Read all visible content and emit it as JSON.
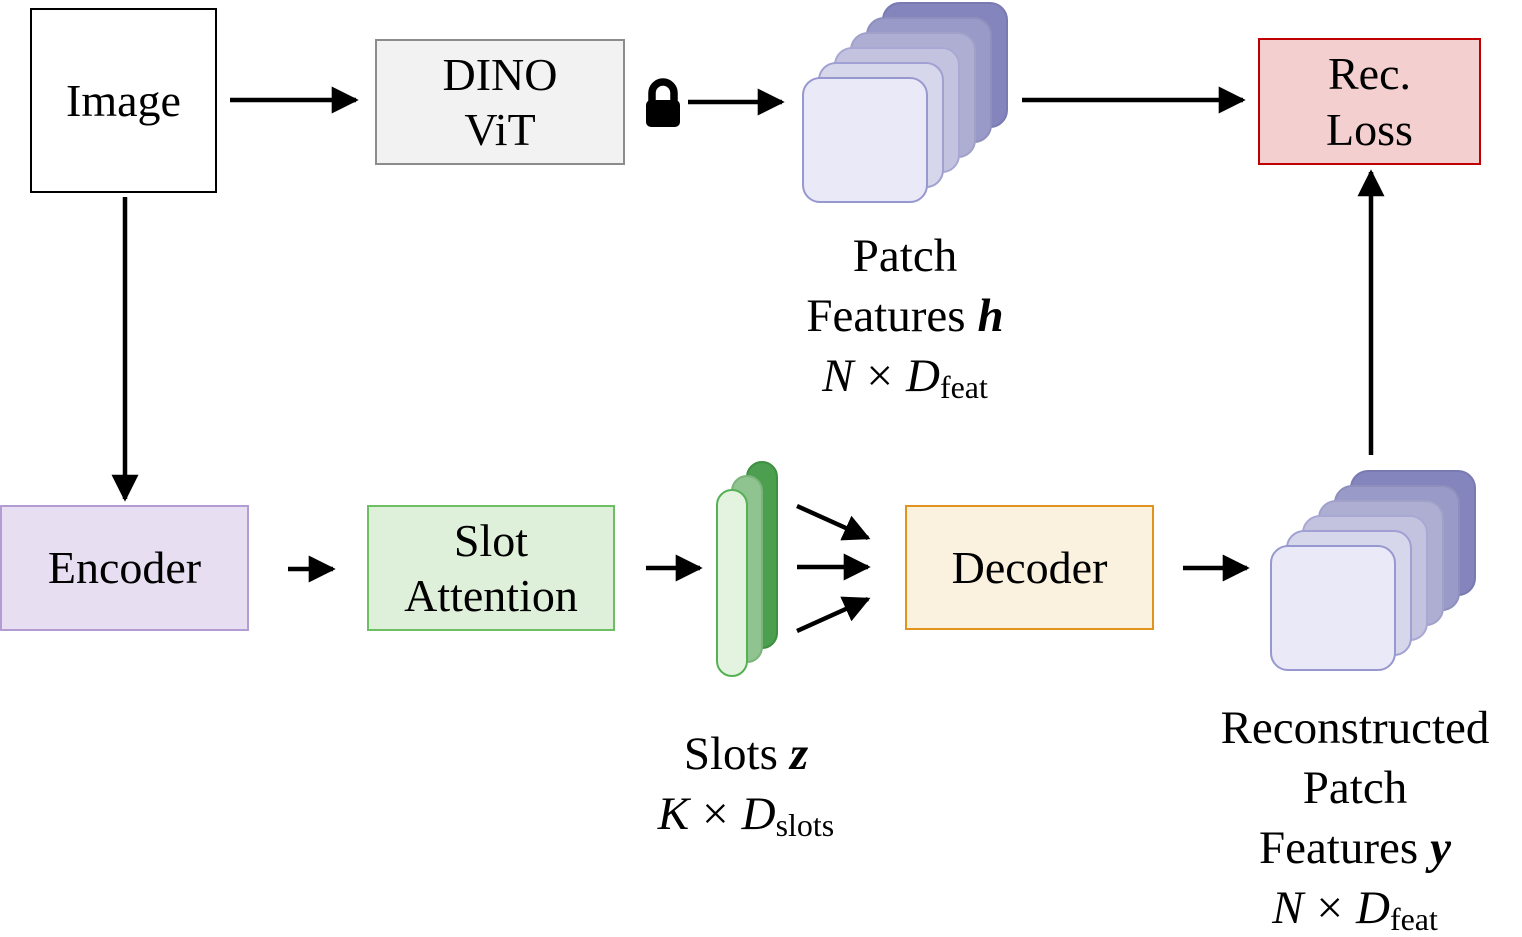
{
  "nodes": {
    "image": {
      "label": "Image"
    },
    "dino_vit": {
      "line1": "DINO",
      "line2": "ViT"
    },
    "rec_loss": {
      "line1": "Rec.",
      "line2": "Loss"
    },
    "encoder": {
      "label": "Encoder"
    },
    "slot_attention": {
      "line1": "Slot",
      "line2": "Attention"
    },
    "decoder": {
      "label": "Decoder"
    }
  },
  "labels": {
    "patch_features": {
      "line1": "Patch",
      "line2_text": "Features",
      "line2_var": "h",
      "dim_a": "N",
      "dim_times": "×",
      "dim_b": "D",
      "dim_sub": "feat"
    },
    "slots": {
      "line1_text": "Slots",
      "line1_var": "z",
      "dim_a": "K",
      "dim_times": "×",
      "dim_b": "D",
      "dim_sub": "slots"
    },
    "reconstructed": {
      "line1": "Reconstructed",
      "line2": "Patch",
      "line3_text": "Features",
      "line3_var": "y",
      "dim_a": "N",
      "dim_times": "×",
      "dim_b": "D",
      "dim_sub": "feat"
    }
  },
  "icons": {
    "lock": "frozen-weights-lock"
  },
  "colors": {
    "background": "#ffffff",
    "arrow": "#000000",
    "image_fill": "#ffffff",
    "image_border": "#000000",
    "dino_fill": "#f2f2f2",
    "dino_border": "#8c8c8c",
    "rec_loss_fill": "#f3cfcf",
    "rec_loss_border": "#c00000",
    "encoder_fill": "#e8def2",
    "encoder_border": "#b39cd4",
    "slot_attention_fill": "#def0da",
    "slot_attention_border": "#6cbf63",
    "decoder_fill": "#faf1de",
    "decoder_border": "#e0941e",
    "patch_stack": [
      {
        "fill": "#8585bd",
        "border": "#7a7ab2"
      },
      {
        "fill": "#9a9ac8",
        "border": "#8f8fbe"
      },
      {
        "fill": "#aeaed3",
        "border": "#a0a0c9"
      },
      {
        "fill": "#c3c3e0",
        "border": "#a8a8d4"
      },
      {
        "fill": "#d7d7eb",
        "border": "#a0a0d2"
      },
      {
        "fill": "#e9e9f7",
        "border": "#9898d0"
      }
    ],
    "slot_stack": [
      {
        "fill": "#4b9f4e",
        "border": "#3f8f43"
      },
      {
        "fill": "#8fc38f",
        "border": "#7bb37b"
      },
      {
        "fill": "#e4f3e0",
        "border": "#55b054"
      }
    ]
  }
}
